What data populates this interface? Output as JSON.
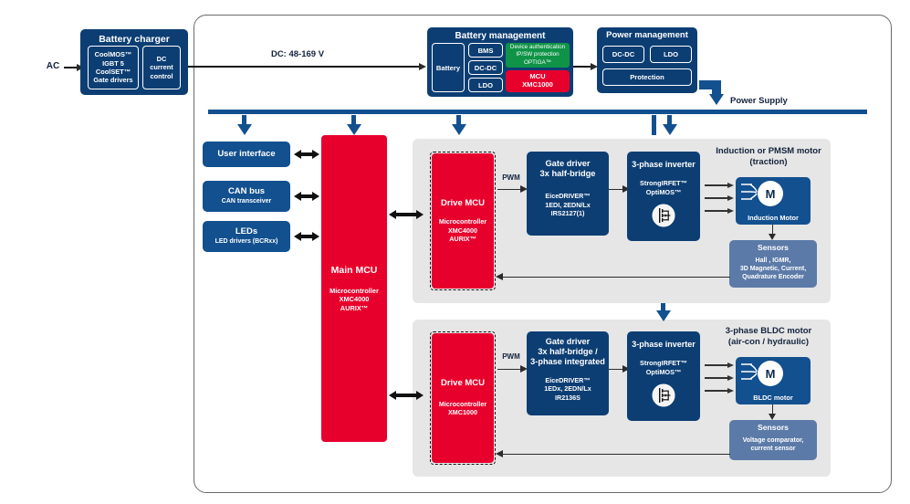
{
  "diagram": {
    "title": "EV powertrain / motor control block diagram",
    "colors": {
      "blue": "#12508f",
      "dark_blue": "#0d3e73",
      "red": "#e8002d",
      "green": "#0f9347",
      "slate": "#5b7aa8",
      "panel_gray": "#e6e6e6"
    }
  },
  "input": {
    "ac_label": "AC",
    "dc_label": "DC: 48-169 V"
  },
  "battery_charger": {
    "title": "Battery charger",
    "left_box": "CoolMOS™\nIGBT 5\nCoolSET™\nGate drivers",
    "left_lines": [
      "CoolMOS™",
      "IGBT 5",
      "CoolSET™",
      "Gate drivers"
    ],
    "right_lines": [
      "DC",
      "current",
      "control"
    ]
  },
  "battery_management": {
    "title": "Battery management",
    "battery_label": "Battery",
    "stack": [
      "BMS",
      "DC-DC",
      "LDO"
    ],
    "security": {
      "lines": [
        "Device authentication",
        "IP/SW protection",
        "OPTIGA™"
      ]
    },
    "mcu": {
      "title": "MCU",
      "part": "XMC1000"
    }
  },
  "power_management": {
    "title": "Power management",
    "row": [
      "DC-DC",
      "LDO"
    ],
    "protection": "Protection"
  },
  "power_supply": {
    "label": "Power Supply"
  },
  "left_peripherals": [
    {
      "title": "User interface",
      "sub": ""
    },
    {
      "title": "CAN bus",
      "sub": "CAN transceiver"
    },
    {
      "title": "LEDs",
      "sub": "LED drivers (BCRxx)"
    }
  ],
  "main_mcu": {
    "title": "Main MCU",
    "sub_lines": [
      "Microcontroller",
      "XMC4000",
      "AURIX™"
    ]
  },
  "traction_chain": {
    "drive_mcu": {
      "title": "Drive MCU",
      "sub_lines": [
        "Microcontroller",
        "XMC4000",
        "AURIX™"
      ]
    },
    "pwm_label": "PWM",
    "gate_driver": {
      "title_lines": [
        "Gate driver",
        "3x half-bridge"
      ],
      "sub_lines": [
        "EiceDRIVER™",
        "1EDI, 2EDN/Lx",
        "IRS2127(1)"
      ]
    },
    "inverter": {
      "title": "3-phase inverter",
      "sub_lines": [
        "StrongIRFET™",
        "OptiMOS™"
      ]
    },
    "motor_header_lines": [
      "Induction or PMSM motor",
      "(traction)"
    ],
    "motor": {
      "symbol": "M",
      "caption": "Induction Motor"
    },
    "sensors": {
      "title": "Sensors",
      "sub_lines": [
        "Hall , IGMR,",
        "3D Magnetic, Current,",
        "Quadrature Encoder"
      ]
    }
  },
  "aux_chain": {
    "drive_mcu": {
      "title": "Drive MCU",
      "sub_lines": [
        "Microcontroller",
        "XMC1000"
      ]
    },
    "pwm_label": "PWM",
    "gate_driver": {
      "title_lines": [
        "Gate driver",
        "3x half-bridge /",
        "3-phase integrated"
      ],
      "sub_lines": [
        "EiceDRIVER™",
        "1EDx, 2EDN/Lx",
        "IR2136S"
      ]
    },
    "inverter": {
      "title": "3-phase inverter",
      "sub_lines": [
        "StrongIRFET™",
        "OptiMOS™"
      ]
    },
    "motor_header_lines": [
      "3-phase BLDC motor",
      "(air-con / hydraulic)"
    ],
    "motor": {
      "symbol": "M",
      "caption": "BLDC motor"
    },
    "sensors": {
      "title": "Sensors",
      "sub_lines": [
        "Voltage comparator,",
        "current sensor"
      ]
    }
  }
}
